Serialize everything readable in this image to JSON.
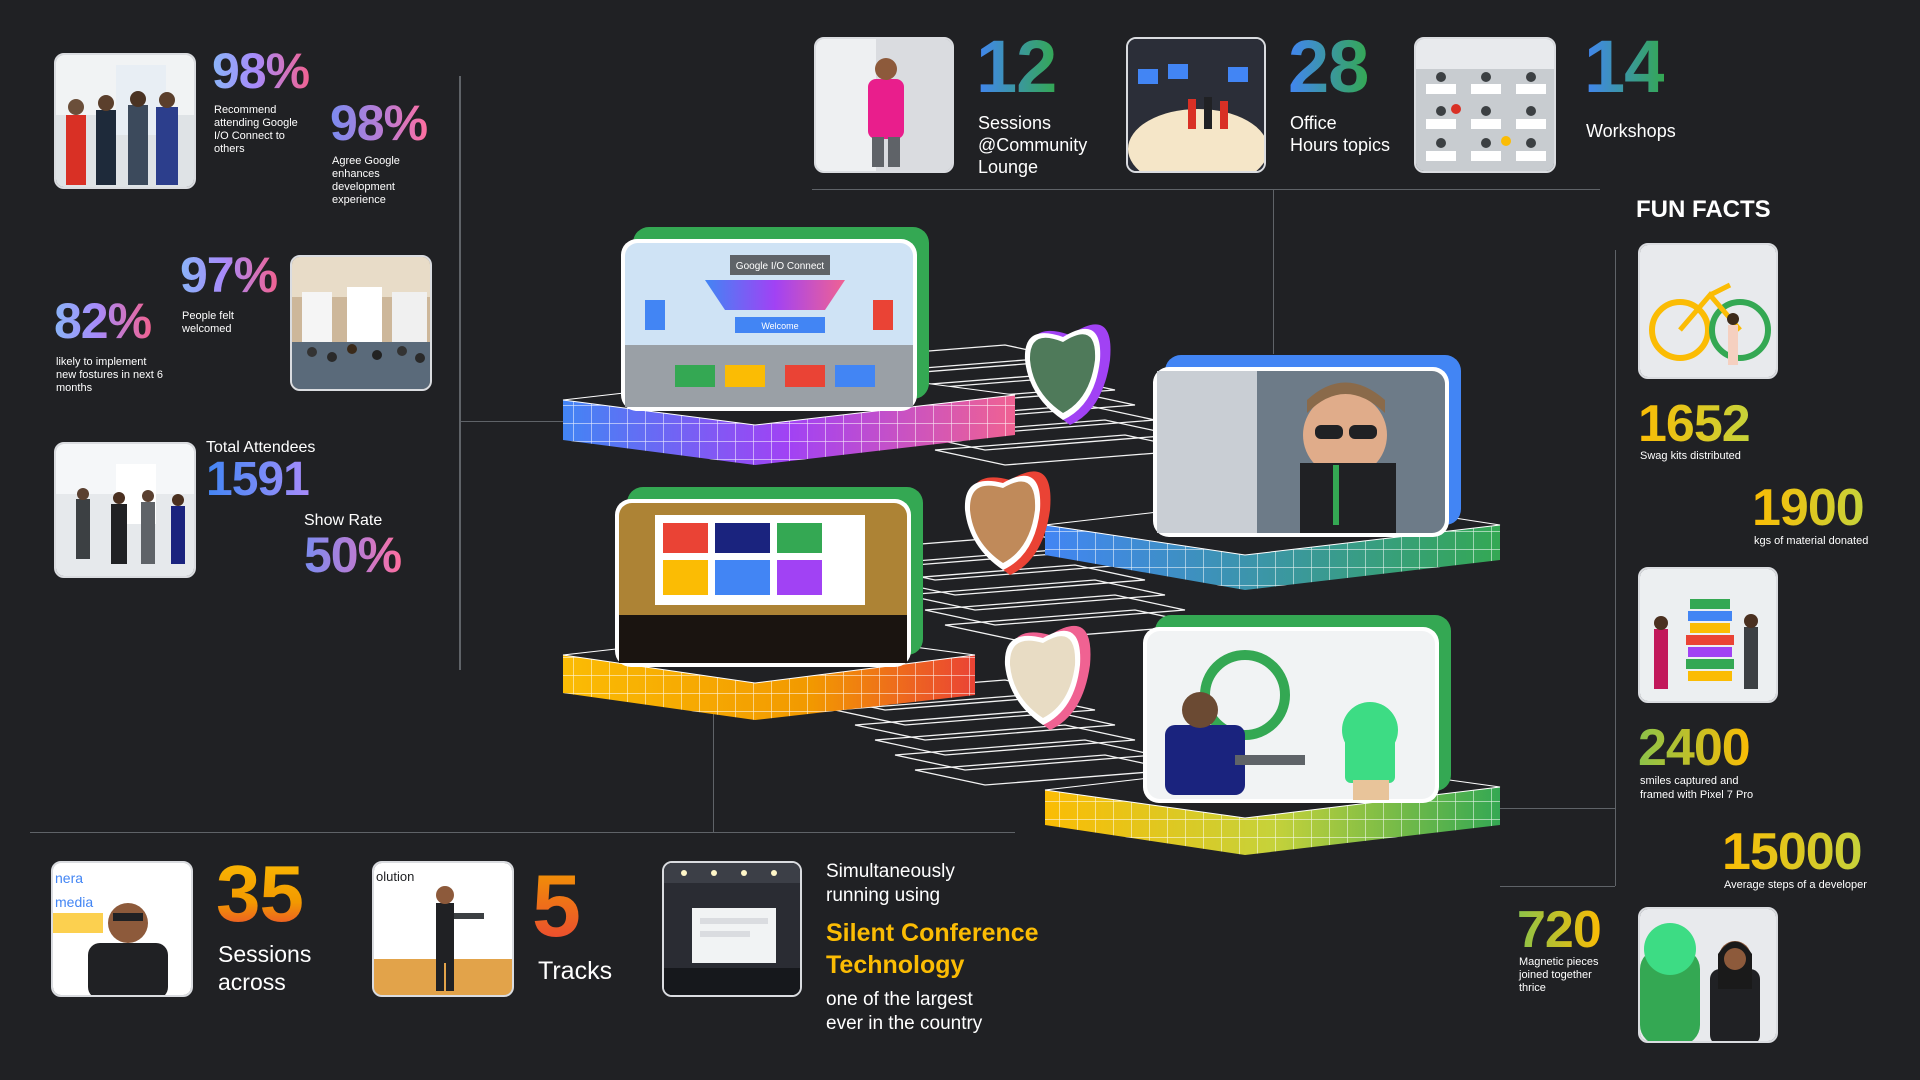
{
  "stats_left": {
    "recommend": {
      "value": "98%",
      "label": "Recommend attending Google I/O Connect to others"
    },
    "agree": {
      "value": "98%",
      "label": "Agree Google enhances development experience"
    },
    "welcomed": {
      "value": "97%",
      "label": "People felt welcomed"
    },
    "implement": {
      "value": "82%",
      "label": "likely to implement new fostures in next 6 months"
    },
    "attendees": {
      "label": "Total Attendees",
      "value": "1591"
    },
    "show_rate": {
      "label": "Show Rate",
      "value": "50%"
    }
  },
  "top_stats": {
    "sessions": {
      "value": "12",
      "label_1": "Sessions",
      "label_2": "@Community",
      "label_3": "Lounge"
    },
    "office_hours": {
      "value": "28",
      "label_1": "Office",
      "label_2": "Hours topics"
    },
    "workshops": {
      "value": "14",
      "label": "Workshops"
    }
  },
  "fun_facts": {
    "title": "FUN FACTS",
    "swag": {
      "value": "1652",
      "label": "Swag kits distributed"
    },
    "material": {
      "value": "1900",
      "label": "kgs of material donated"
    },
    "smiles": {
      "value": "2400",
      "label_1": "smiles captured and",
      "label_2": "framed with Pixel 7 Pro"
    },
    "steps": {
      "value": "15000",
      "label": "Average steps of a developer"
    },
    "magnetic": {
      "value": "720",
      "label_1": "Magnetic pieces",
      "label_2": "joined together",
      "label_3": "thrice"
    }
  },
  "bottom": {
    "sessions": {
      "value": "35",
      "label_1": "Sessions",
      "label_2": "across"
    },
    "tracks": {
      "value": "5",
      "label": "Tracks"
    },
    "silent": {
      "line_1": "Simultaneously",
      "line_2": "running using",
      "highlight_1": "Silent Conference",
      "highlight_2": "Technology",
      "line_3": "one of the largest",
      "line_4": "ever in the country"
    }
  },
  "photo_text": {
    "stage_sign": "Google I/O Connect",
    "welcome_banner": "Welcome",
    "session_banner_1": "nera",
    "session_banner_2": "media",
    "tracks_banner": "olution"
  },
  "colors": {
    "background": "#202124",
    "google_blue": "#4285f4",
    "google_red": "#ea4335",
    "google_yellow": "#fbbc04",
    "google_green": "#34a853",
    "highlight_yellow": "#fbbc04"
  }
}
